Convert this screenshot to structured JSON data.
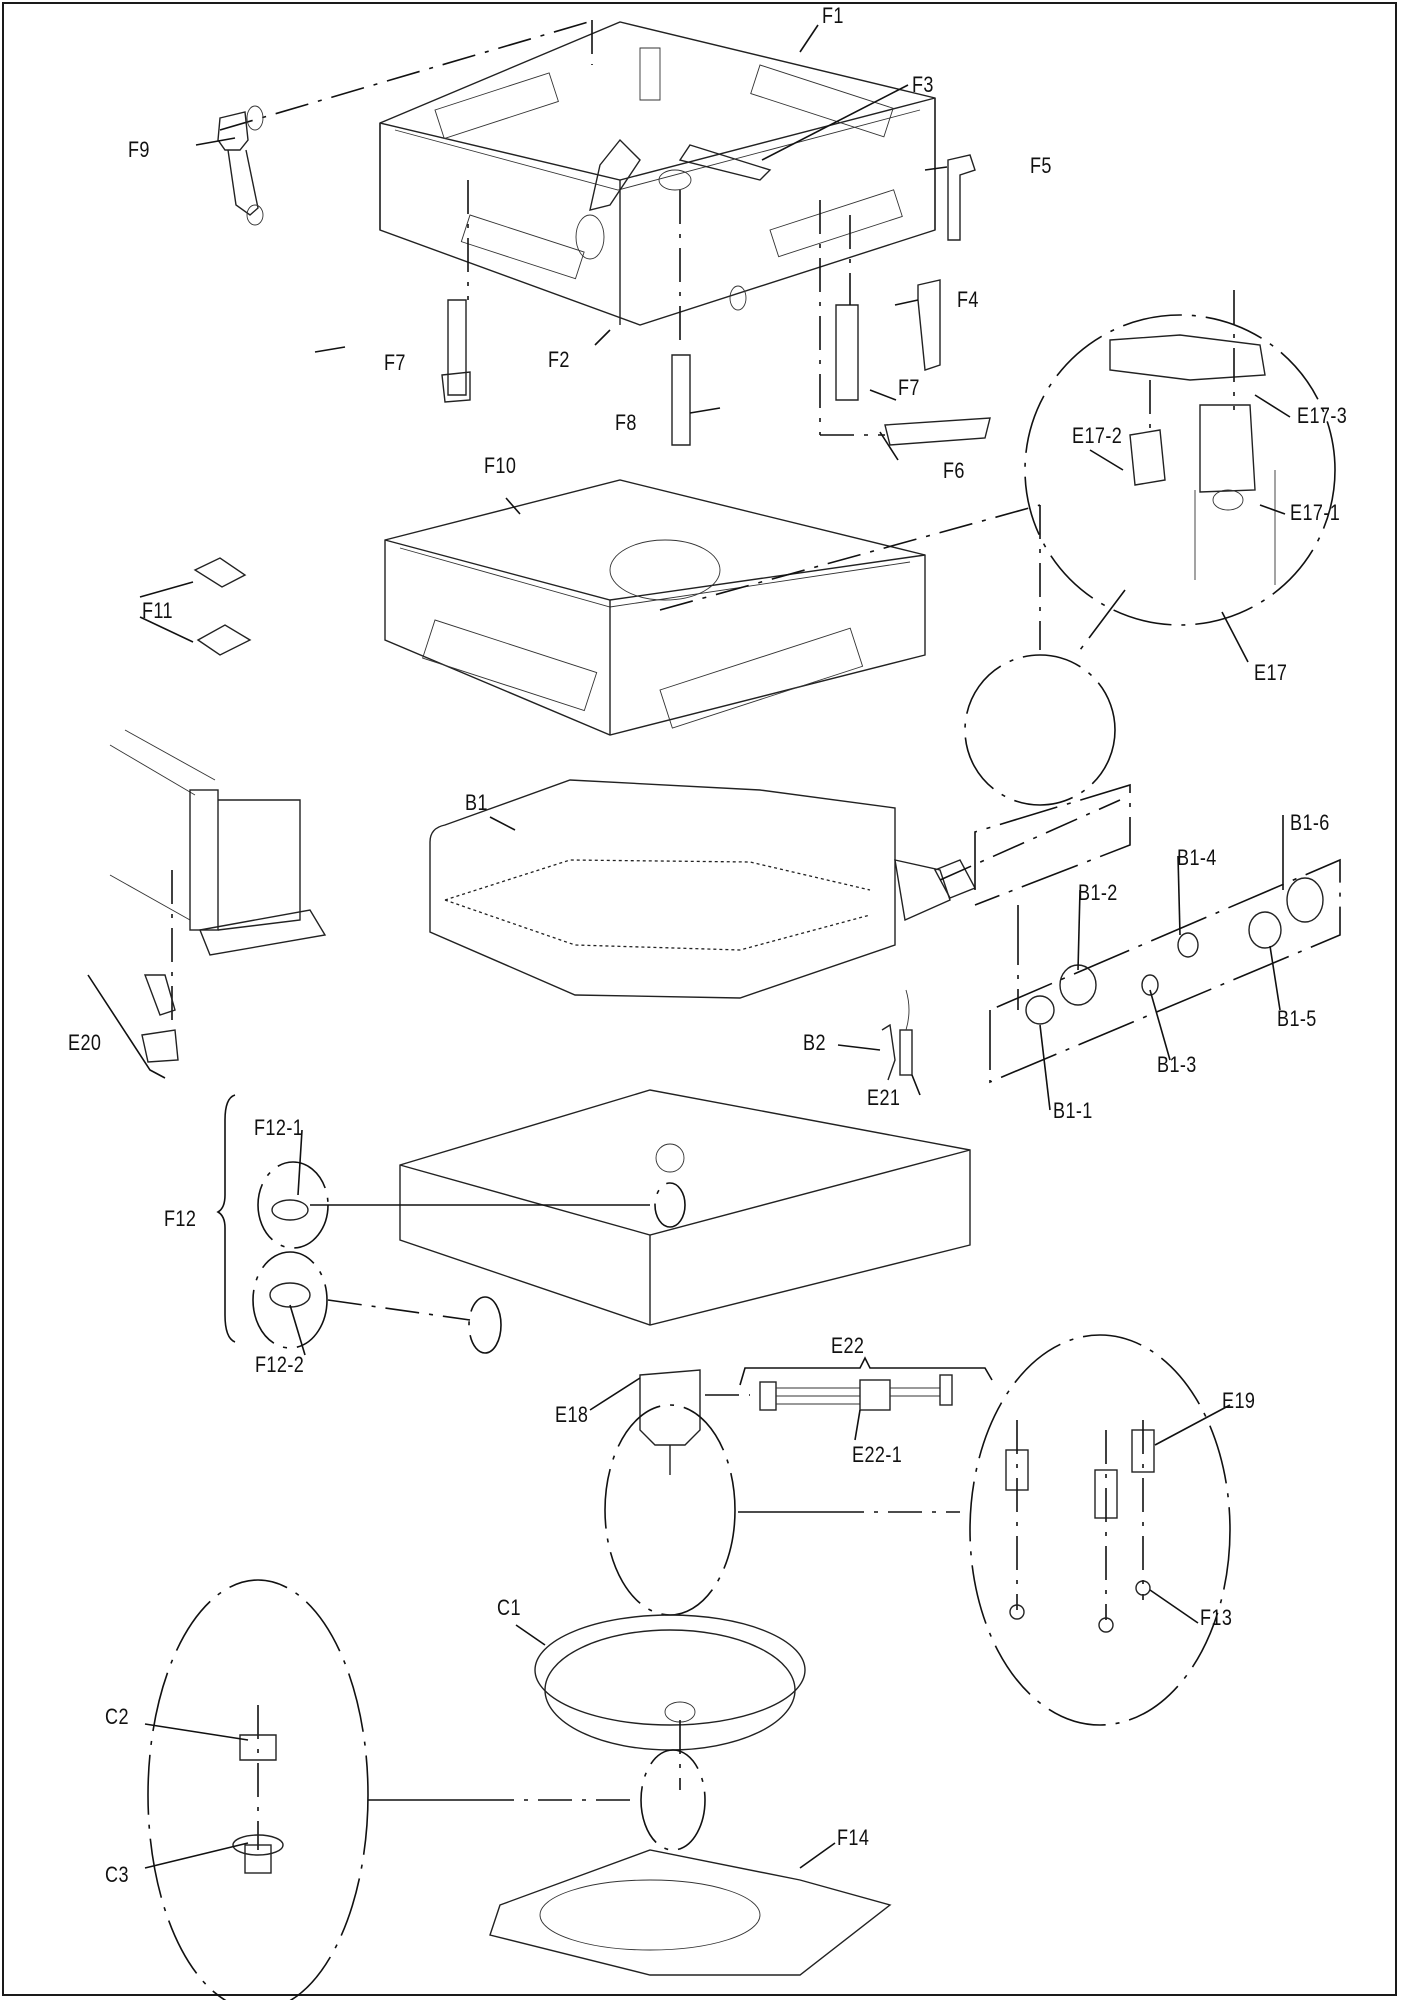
{
  "document": {
    "type": "exploded-parts-diagram",
    "subject": "ceiling cassette indoor unit",
    "colors": {
      "ink": "#111111",
      "background": "#ffffff"
    }
  },
  "labels": {
    "F1": "F1",
    "F2": "F2",
    "F3": "F3",
    "F4": "F4",
    "F5": "F5",
    "F6": "F6",
    "F7a": "F7",
    "F7b": "F7",
    "F8": "F8",
    "F9": "F9",
    "F10": "F10",
    "F11": "F11",
    "F12": "F12",
    "F12_1": "F12-1",
    "F12_2": "F12-2",
    "F13": "F13",
    "F14": "F14",
    "E17": "E17",
    "E17_1": "E17-1",
    "E17_2": "E17-2",
    "E17_3": "E17-3",
    "E18": "E18",
    "E19": "E19",
    "E20": "E20",
    "E21": "E21",
    "E22": "E22",
    "E22_1": "E22-1",
    "B1": "B1",
    "B1_1": "B1-1",
    "B1_2": "B1-2",
    "B1_3": "B1-3",
    "B1_4": "B1-4",
    "B1_5": "B1-5",
    "B1_6": "B1-6",
    "B2": "B2",
    "C1": "C1",
    "C2": "C2",
    "C3": "C3"
  }
}
